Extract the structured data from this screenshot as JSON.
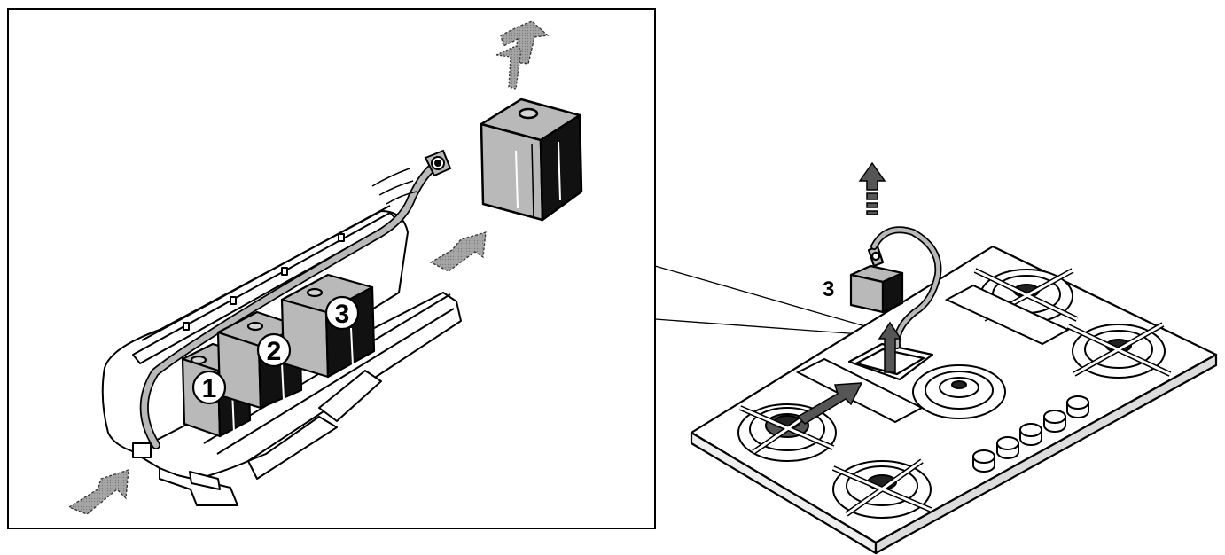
{
  "diagram": {
    "detail_callouts": [
      {
        "number": "1"
      },
      {
        "number": "2"
      },
      {
        "number": "3"
      }
    ],
    "hob_callout": {
      "number": "3"
    }
  },
  "colors": {
    "line": "#000000",
    "panel_gray": "#b9b9b9",
    "dark_gray": "#7a7a7a",
    "arrow_gray": "#a6a6a6",
    "background": "#ffffff"
  },
  "icons": {
    "airflow_arrow": "airflow-arrow-icon",
    "lift_arrow": "lift-up-arrow-icon"
  }
}
